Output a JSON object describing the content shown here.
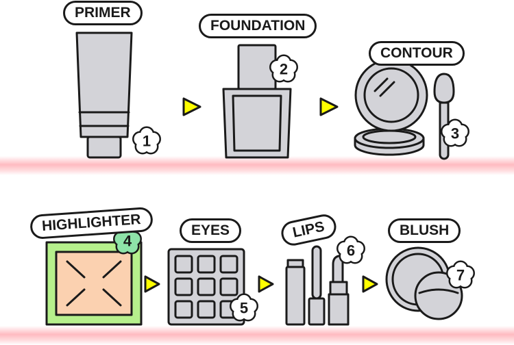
{
  "steps": [
    {
      "label": "PRIMER",
      "number": "1"
    },
    {
      "label": "FOUNDATION",
      "number": "2"
    },
    {
      "label": "CONTOUR",
      "number": "3"
    },
    {
      "label": "HIGHLIGHTER",
      "number": "4"
    },
    {
      "label": "EYES",
      "number": "5"
    },
    {
      "label": "LIPS",
      "number": "6"
    },
    {
      "label": "BLUSH",
      "number": "7"
    }
  ],
  "colors": {
    "outline": "#1a1a1a",
    "product_gray": "#d3d3d8",
    "arrow_yellow": "#ffff00",
    "shelf_pink": "#ffb0b8",
    "highlighter_green": "#b6f08c",
    "highlighter_peach": "#fbd1b0",
    "badge_green": "#8ee3a8",
    "badge_white": "#ffffff"
  }
}
